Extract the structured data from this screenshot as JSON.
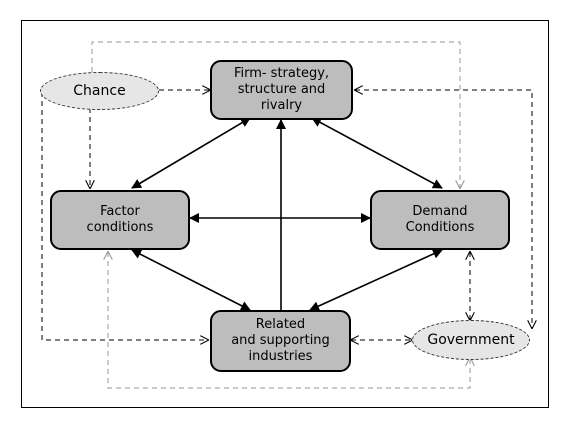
{
  "diagram": {
    "nodes": {
      "firm": "Firm- strategy,\nstructure and\nrivalry",
      "factor": "Factor\nconditions",
      "demand": "Demand\nConditions",
      "related": "Related\nand supporting\nindustries",
      "chance": "Chance",
      "government": "Government"
    }
  }
}
